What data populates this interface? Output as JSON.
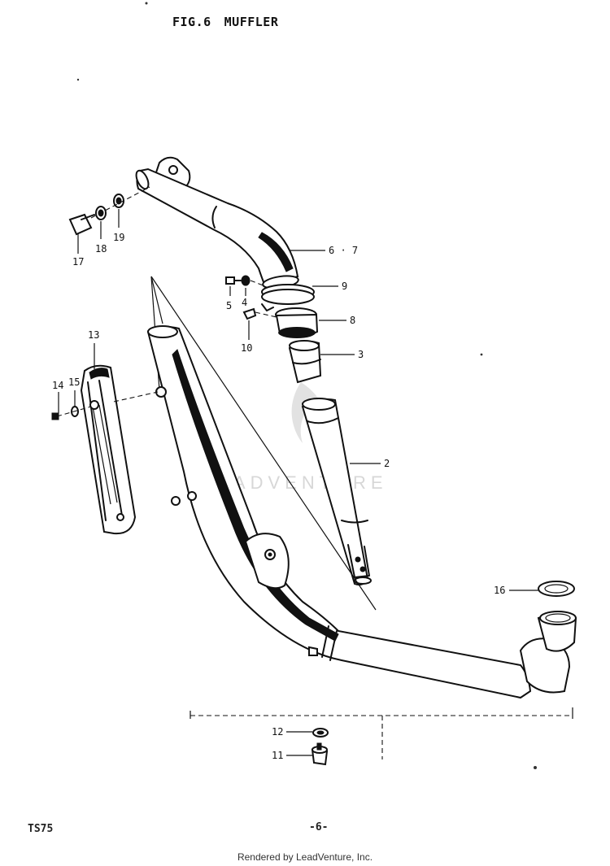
{
  "header": {
    "fig_label": "FIG.6",
    "section_title": "MUFFLER"
  },
  "footer": {
    "model": "TS75",
    "page_number": "-6-",
    "rendered_by": "Rendered by LeadVenture, Inc."
  },
  "watermark": {
    "text": "LEADVENTURE"
  },
  "callouts": [
    {
      "id": "6-7",
      "label": "6 · 7"
    },
    {
      "id": "9",
      "label": "9"
    },
    {
      "id": "8",
      "label": "8"
    },
    {
      "id": "3",
      "label": "3"
    },
    {
      "id": "2",
      "label": "2"
    },
    {
      "id": "5",
      "label": "5"
    },
    {
      "id": "4",
      "label": "4"
    },
    {
      "id": "10",
      "label": "10"
    },
    {
      "id": "17",
      "label": "17"
    },
    {
      "id": "18",
      "label": "18"
    },
    {
      "id": "19",
      "label": "19"
    },
    {
      "id": "13",
      "label": "13"
    },
    {
      "id": "14",
      "label": "14"
    },
    {
      "id": "15",
      "label": "15"
    },
    {
      "id": "16",
      "label": "16"
    },
    {
      "id": "12",
      "label": "12"
    },
    {
      "id": "11",
      "label": "11"
    }
  ]
}
